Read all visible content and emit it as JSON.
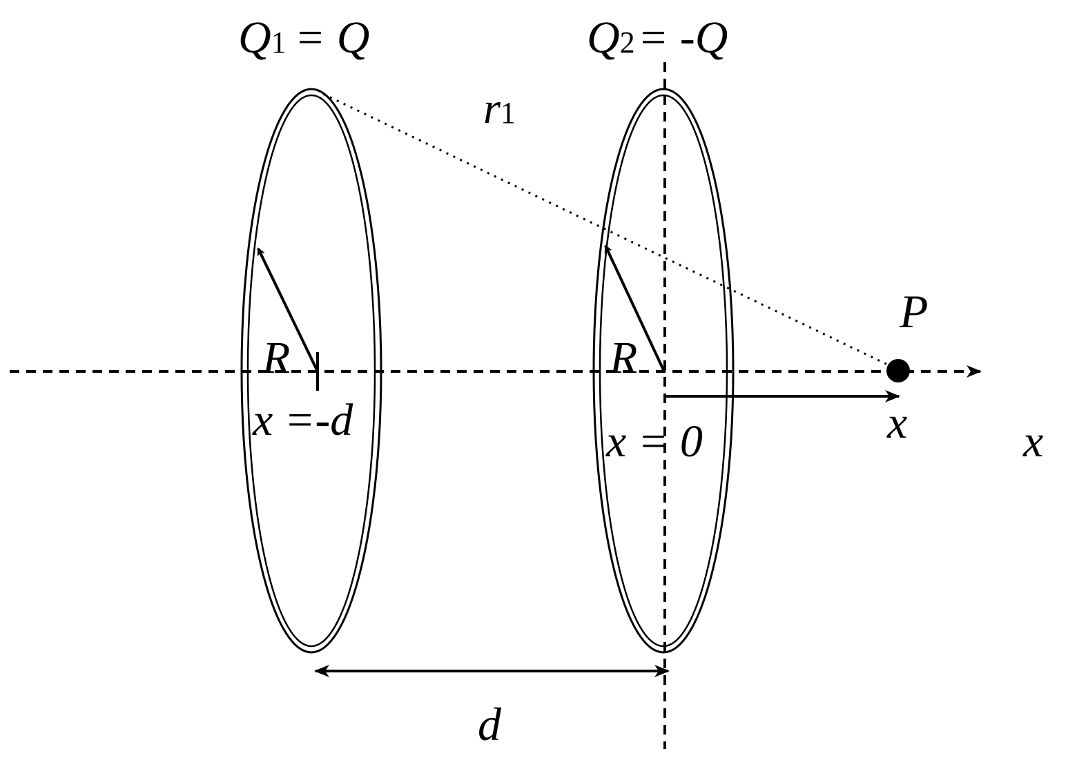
{
  "ring1": {
    "charge_symbol": "Q",
    "charge_subscript": "1",
    "charge_value": "= Q",
    "radius_label": "R",
    "position_label": "x =-d"
  },
  "ring2": {
    "charge_symbol": "Q",
    "charge_subscript": "2",
    "charge_value": "= -Q",
    "radius_label": "R",
    "position_label": "x = 0"
  },
  "distance_r1": {
    "symbol": "r",
    "subscript": "1"
  },
  "point": {
    "label": "P"
  },
  "displacement_label": "x",
  "axis_label": "x",
  "separation_label": "d"
}
